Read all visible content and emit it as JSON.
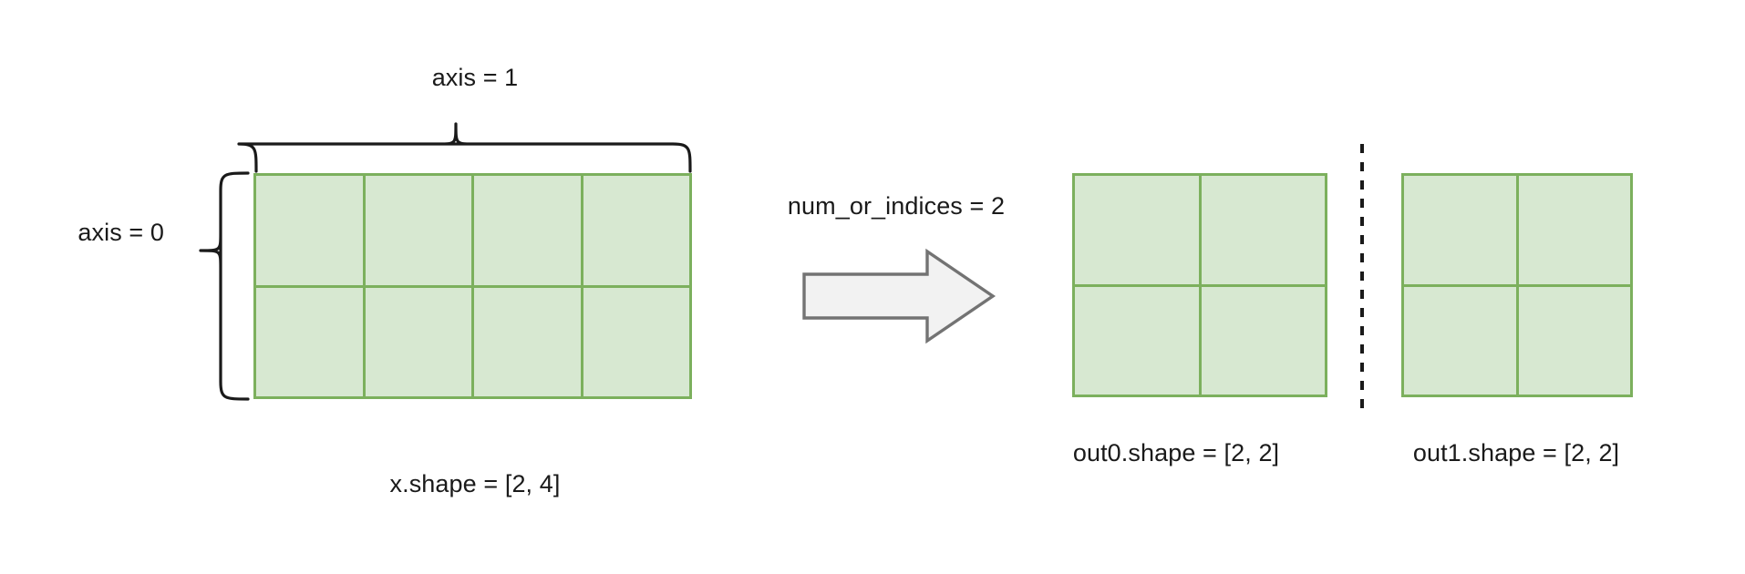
{
  "diagram": {
    "title": "split operation tensor shape diagram",
    "input": {
      "label": "x.shape = [2, 4]",
      "rows": 2,
      "cols": 4,
      "axis_row_label": "axis = 0",
      "axis_col_label": "axis = 1"
    },
    "operation": {
      "label": "num_or_indices = 2",
      "arrow": "right-arrow"
    },
    "outputs": [
      {
        "label": "out0.shape = [2, 2]",
        "rows": 2,
        "cols": 2
      },
      {
        "label": "out1.shape = [2, 2]",
        "rows": 2,
        "cols": 2
      }
    ],
    "divider": "dashed-vertical-line"
  },
  "colors": {
    "cell_fill": "#d7e8d1",
    "cell_border": "#7cb05d",
    "brace_stroke": "#1a1a1a",
    "arrow_fill": "#f2f2f2",
    "arrow_stroke": "#737373",
    "text": "#1a1a1a",
    "background": "#ffffff"
  }
}
